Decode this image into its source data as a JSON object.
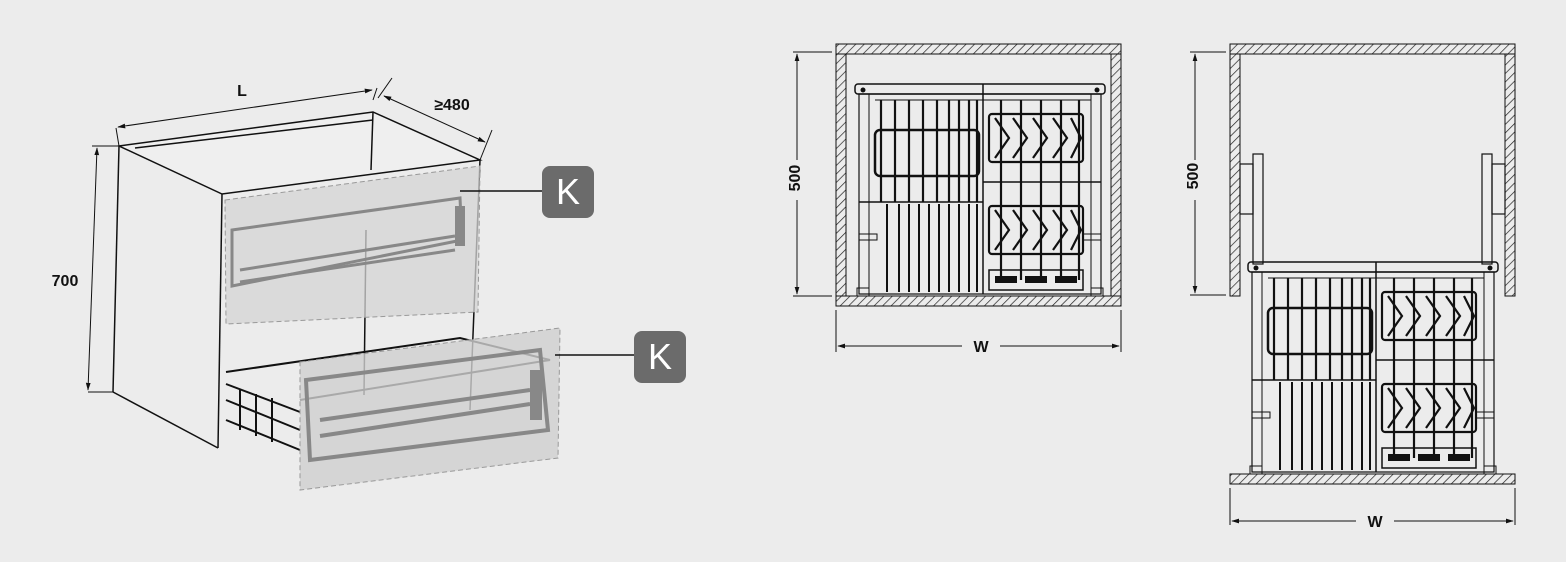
{
  "figure": {
    "type": "technical-dimension-drawing",
    "colors": {
      "background": "#ececec",
      "line": "#111111",
      "badge": "#6b6b6b",
      "badge_text": "#ffffff",
      "panel": "#c8c8c8"
    }
  },
  "isometric_view": {
    "dim_length": "L",
    "dim_depth": "≥480",
    "dim_height": "700",
    "callouts": [
      {
        "label": "K"
      },
      {
        "label": "K"
      }
    ]
  },
  "front_view_closed": {
    "dim_height": "500",
    "dim_width": "W"
  },
  "front_view_open": {
    "dim_height": "500",
    "dim_width": "W"
  }
}
